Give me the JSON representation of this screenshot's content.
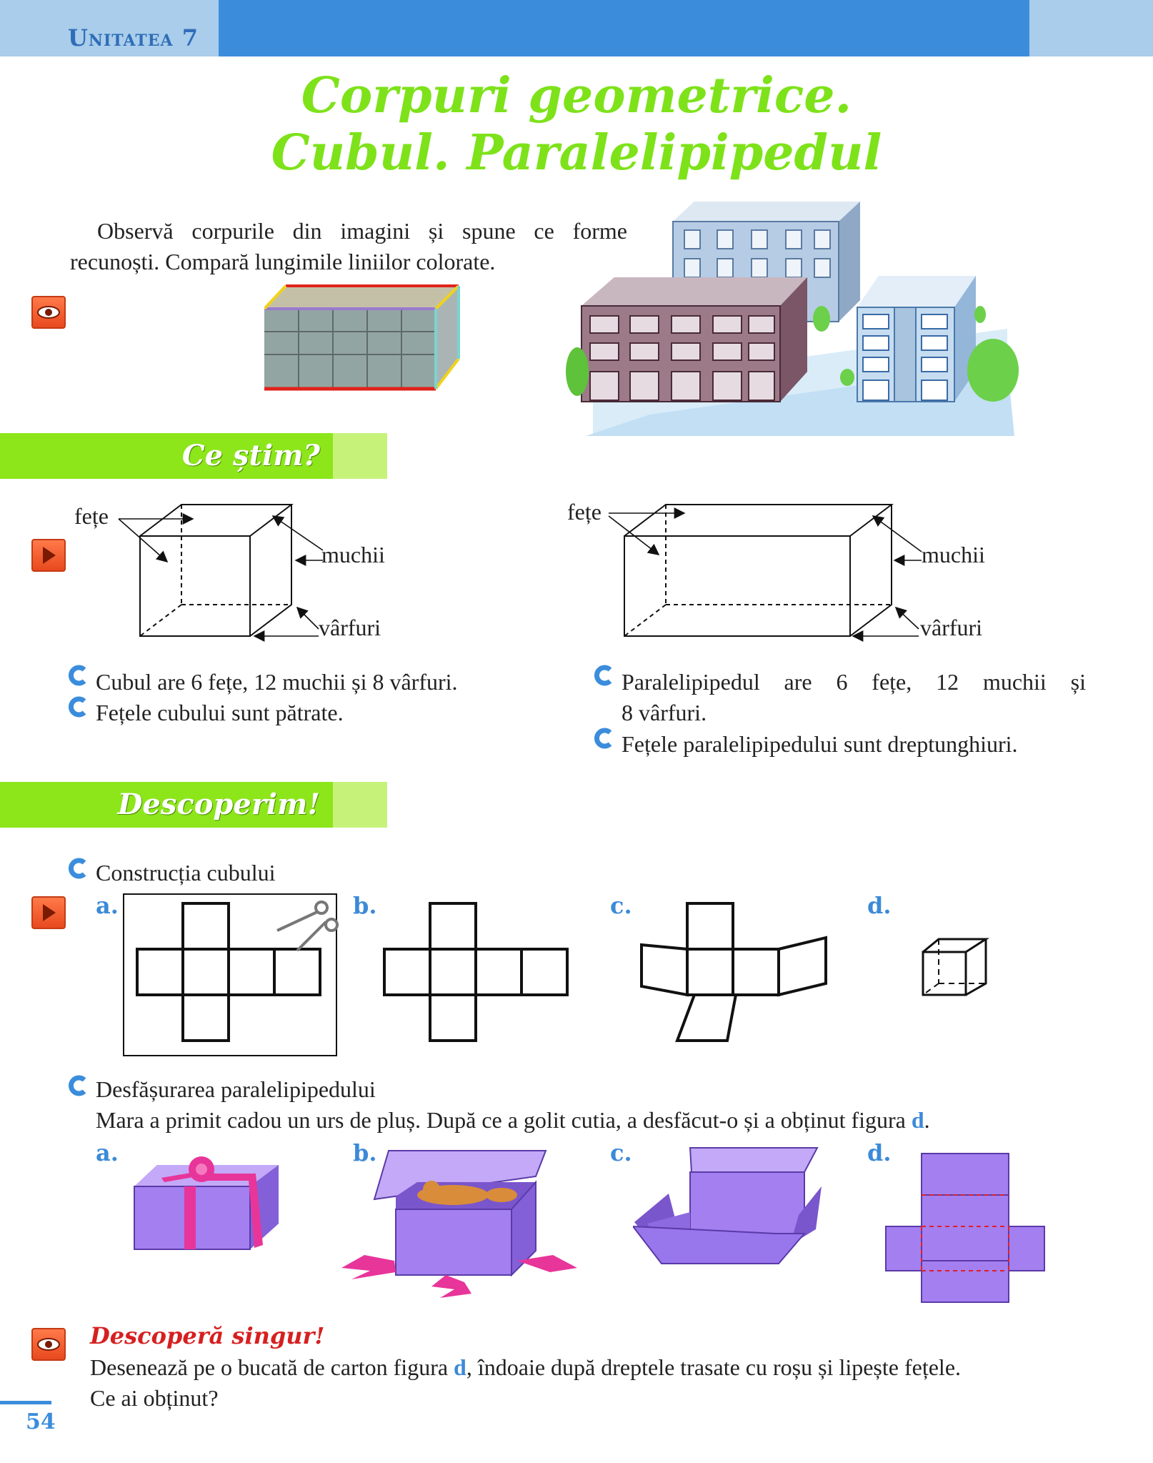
{
  "header": {
    "unit": "Unitatea 7"
  },
  "title": {
    "line1": "Corpuri geometrice.",
    "line2": "Cubul. Paralelipipedul"
  },
  "intro": {
    "line1": "Observă corpurile din imagini și spune ce forme",
    "line2": "recunoști. Compară lungimile liniilor colorate."
  },
  "ce_stim": {
    "heading": "Ce știm?",
    "labels": {
      "fete": "fețe",
      "muchii": "muchii",
      "varfuri": "vârfuri"
    },
    "cube_facts": [
      "Cubul are 6 fețe, 12 muchii și 8 vârfuri.",
      "Fețele cubului sunt pătrate."
    ],
    "box_fact1_line1": "Paralelipipedul are 6 fețe, 12 muchii și",
    "box_fact1_line2": "8 vârfuri.",
    "box_fact2": "Fețele paralelipipedului sunt dreptunghiuri."
  },
  "descoperim": {
    "heading": "Descoperim!",
    "construction_title": "Construcția cubului",
    "labels": [
      "a.",
      "b.",
      "c.",
      "d."
    ],
    "unfolding_title": "Desfășurarea paralelipipedului",
    "unfolding_text": "Mara a primit cadou un urs de pluș. După ce a golit cutia, a desfăcut-o și a obținut figura",
    "unfolding_ref": "d",
    "unfolding_end": "."
  },
  "singur": {
    "title": "Descoperă singur!",
    "text_a": "Desenează pe o bucată de carton figura",
    "text_ref": "d",
    "text_b": ", îndoaie după dreptele trasate cu roșu și lipește fețele.",
    "line2": "Ce ai obținut?"
  },
  "page_number": "54",
  "colors": {
    "header_blue": "#3b8ddc",
    "header_light": "#a9cdea",
    "green": "#8ce61a",
    "title_green": "#7ee21a",
    "box_purple": "#a57df0"
  },
  "icons": [
    "eye-icon",
    "play-icon",
    "c-bullet-icon",
    "scissors-icon"
  ]
}
